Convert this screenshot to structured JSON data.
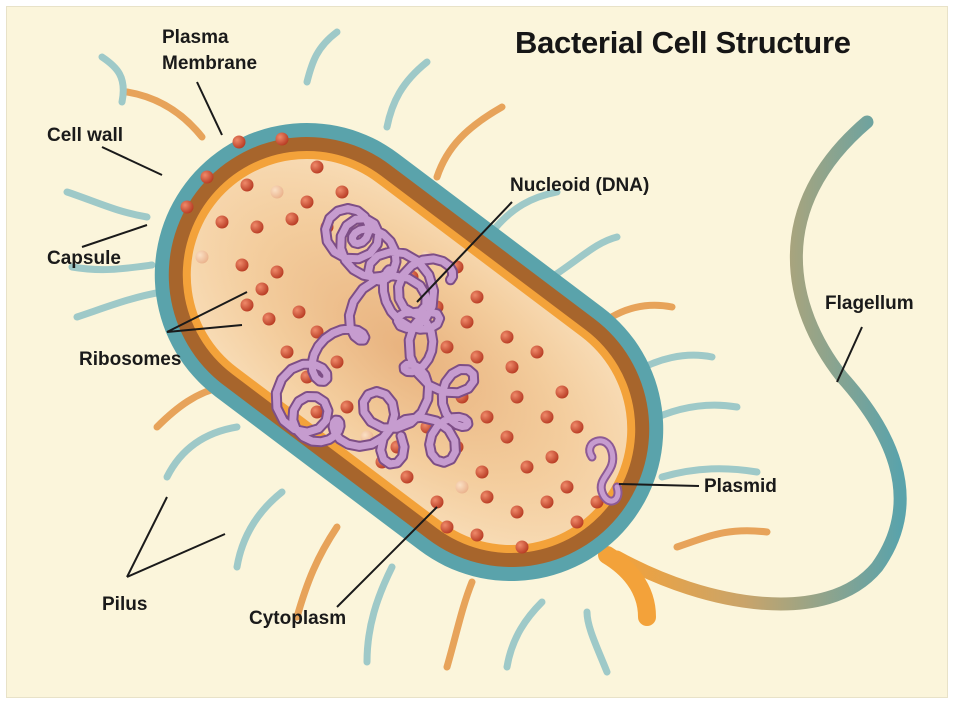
{
  "title": "Bacterial Cell Structure",
  "labels": {
    "plasma_membrane_line1": "Plasma",
    "plasma_membrane_line2": "Membrane",
    "cell_wall": "Cell wall",
    "capsule": "Capsule",
    "ribosomes": "Ribosomes",
    "pilus": "Pilus",
    "cytoplasm": "Cytoplasm",
    "nucleoid": "Nucleoid (DNA)",
    "plasmid": "Plasmid",
    "flagellum": "Flagellum"
  },
  "colors": {
    "background": "#fbf5db",
    "capsule": "#5aa3ab",
    "cell_wall": "#a7652c",
    "plasma_membrane": "#f3a23a",
    "cytoplasm": "#f5d4a8",
    "ribosome": "#cf4a30",
    "dna": "#b789c0",
    "pilus_teal": "#9ec9c8",
    "pilus_orange": "#e7a35a",
    "flagellum": "#5aa3ab"
  }
}
